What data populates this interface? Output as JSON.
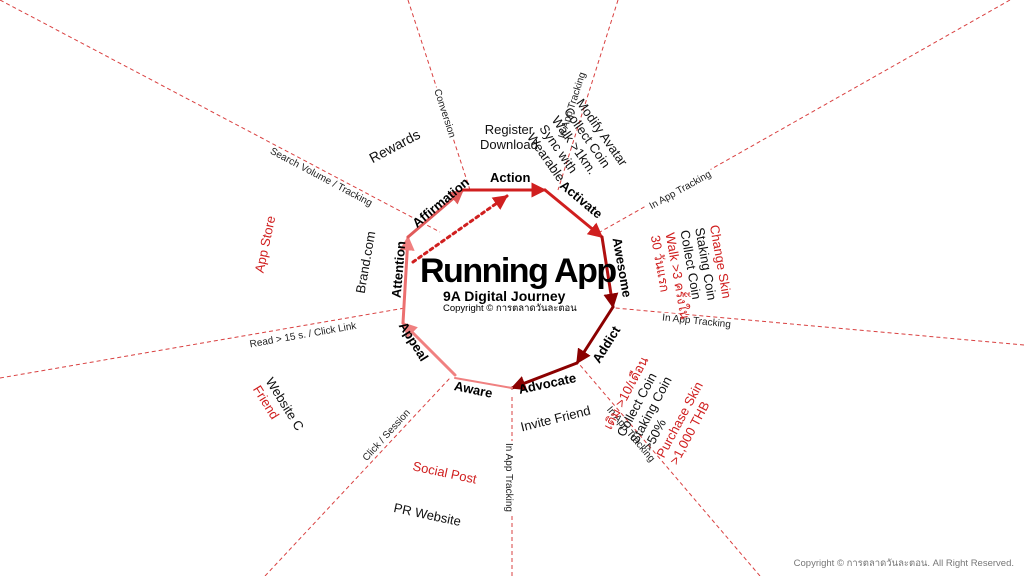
{
  "title": "Running App",
  "subtitle": "9A Digital Journey",
  "center_copyright": "Copyright © การตลาดวันละตอน",
  "footer": "Copyright © การตลาดวันละตอน.  All Right Reserved.",
  "colors": {
    "dark_red": "#8b0000",
    "red": "#d01f1f",
    "pink": "#f08080",
    "dashed_line": "#d94040"
  },
  "stages": {
    "aware": "Aware",
    "appeal": "Appeal",
    "attention": "Attention",
    "affirmation": "Affirmation",
    "action": "Action",
    "activate": "Activate",
    "awesome": "Awesome",
    "addict": "Addict",
    "advocate": "Advocate"
  },
  "tracking": {
    "search": "Search Volume / Tracking",
    "conversion": "Conversion",
    "inapp_top": "In App Tracking",
    "inapp_right_top": "In App Tracking",
    "inapp_right": "In App Tracking",
    "inapp_bottom_right": "In App Tracking",
    "inapp_bottom": "In App Tracking",
    "click_session": "Click / Session",
    "read": "Read > 15 s. / Click Link"
  },
  "labels": {
    "rewards": "Rewards",
    "register_download": [
      "Register",
      "Download"
    ],
    "activate_list": [
      "Modify Avatar",
      "Collect Coin",
      "Walk >1km.",
      "Sync with",
      "Wearable"
    ],
    "awesome_black": [
      "Change Skin",
      "Staking Coin",
      "Collect Coin"
    ],
    "awesome_red": [
      "Walk >3 ครั้งใน",
      "30 วันแรก"
    ],
    "addict_lines": [
      "เติม >10/เดือน",
      "Collect Coin",
      "Staking Coin",
      ">50%",
      "Purchase Skin",
      ">1,000 THB"
    ],
    "invite_friend": "Invite Friend",
    "social_post": "Social Post",
    "pr_website": "PR Website",
    "website_c": "Website C",
    "friend": "Friend",
    "brand_com": "Brand.com",
    "app_store": "App Store"
  }
}
